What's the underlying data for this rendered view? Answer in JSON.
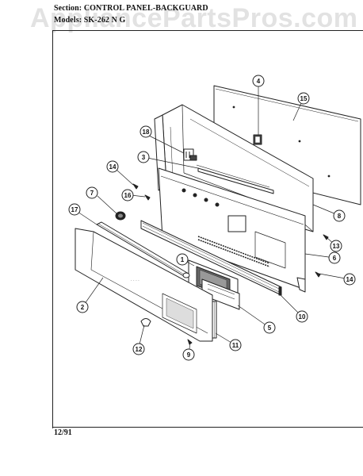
{
  "header": {
    "section_label": "Section:",
    "section_title": "CONTROL PANEL-BACKGUARD",
    "models_label": "Models:",
    "models_value": "SK-262 N G"
  },
  "watermark": "AppliancePartsPros.com",
  "footer": {
    "date_code": "12/91"
  },
  "callouts": [
    "1",
    "2",
    "3",
    "4",
    "5",
    "6",
    "7",
    "8",
    "9",
    "10",
    "11",
    "12",
    "13",
    "14",
    "14",
    "15",
    "16",
    "17",
    "18"
  ]
}
